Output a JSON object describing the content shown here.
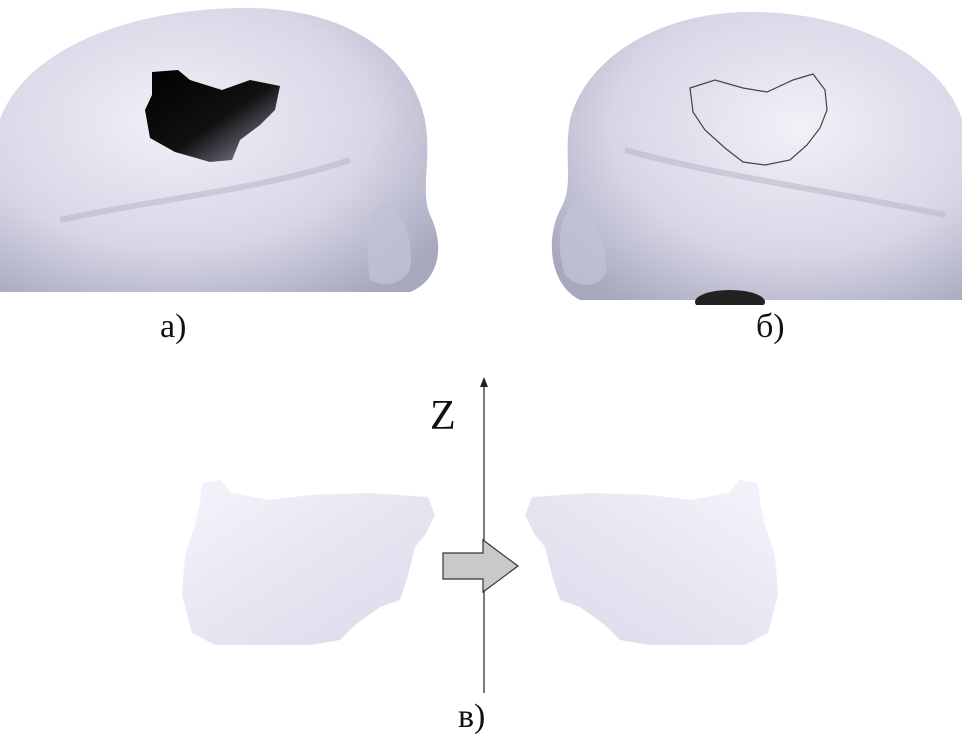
{
  "panels": {
    "a": {
      "label": "а)"
    },
    "b": {
      "label": "б)"
    },
    "v": {
      "label": "в)"
    }
  },
  "axis": {
    "label": "Z"
  },
  "icons": {
    "skull_left": "skull-with-defect-icon",
    "skull_right": "skull-with-contour-icon",
    "patch_left": "bone-patch-icon",
    "patch_right": "mirrored-bone-patch-icon",
    "arrow": "mirror-arrow-icon"
  }
}
